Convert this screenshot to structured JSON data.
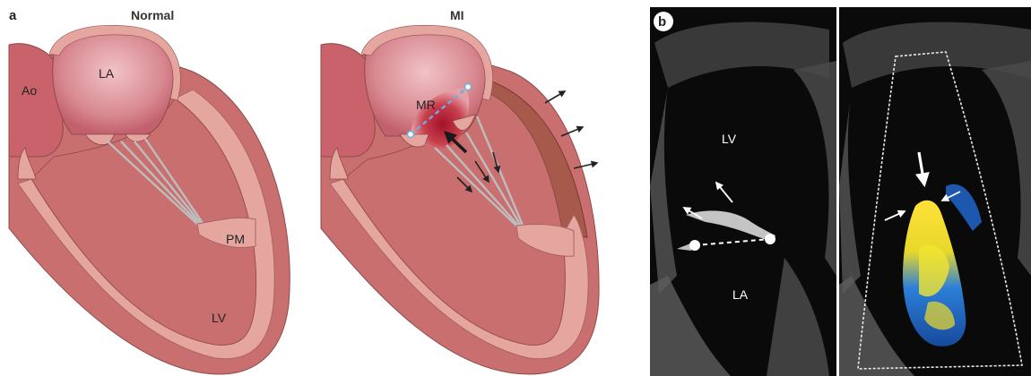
{
  "panel_a": {
    "panel_letter": "a",
    "normal_title": "Normal",
    "mi_title": "MI",
    "normal_labels": {
      "ao": "Ao",
      "la": "LA",
      "pm": "PM",
      "lv": "LV"
    },
    "mi_labels": {
      "mr": "MR"
    }
  },
  "panel_b": {
    "panel_letter": "b",
    "labels": {
      "lv": "LV",
      "la": "LA"
    }
  },
  "colors": {
    "myocardium": "#c96f6f",
    "endocardium": "#e6a6a0",
    "atrium": "#d2707a",
    "infarct": "#a75a4c",
    "chordae": "#b9b9b9",
    "annulus_line": "#6aaee0"
  }
}
